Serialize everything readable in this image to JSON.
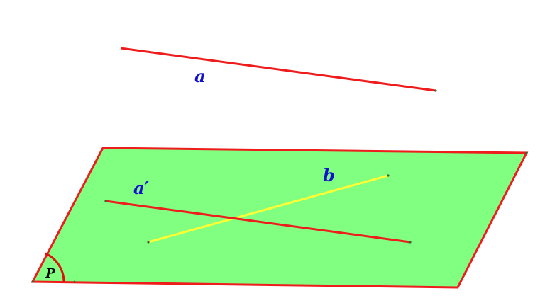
{
  "labels": {
    "line_a": "a",
    "line_a_prime": "a′",
    "line_b": "b",
    "plane": "P"
  },
  "colors": {
    "plane_fill": "#80ff80",
    "plane_edge": "#ee1c1c",
    "line_a": "#ee1c1c",
    "line_a_prime": "#ee1c1c",
    "line_b": "#ffff33",
    "label_line": "#1111cc",
    "label_plane": "#000000",
    "angle_arc": "#dd1111",
    "endpoint": "#336633"
  }
}
